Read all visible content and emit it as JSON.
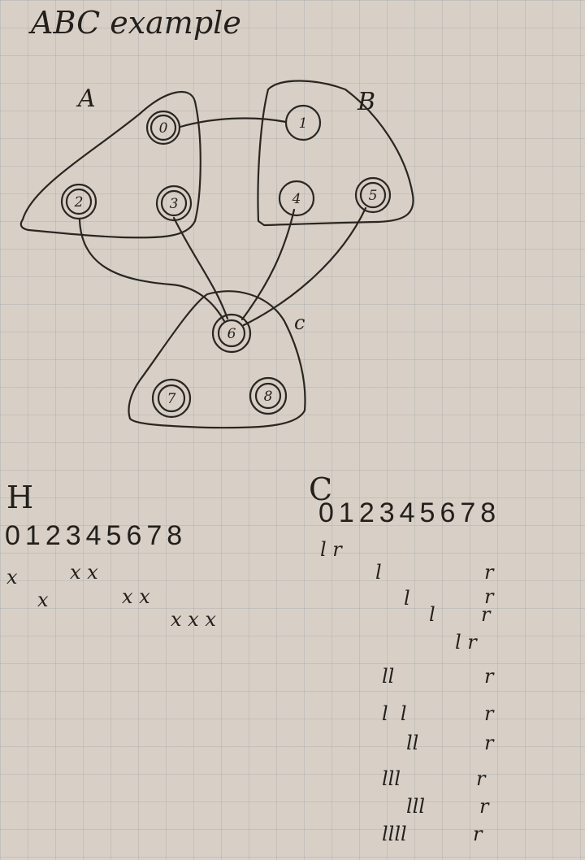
{
  "title": "ABC example",
  "sets": [
    {
      "id": "A",
      "label": "A"
    },
    {
      "id": "B",
      "label": "B"
    },
    {
      "id": "C",
      "label": "c"
    }
  ],
  "nodes": [
    "0",
    "1",
    "2",
    "3",
    "4",
    "5",
    "6",
    "7",
    "8"
  ],
  "edges": [
    [
      "0",
      "1"
    ],
    [
      "2",
      "6"
    ],
    [
      "3",
      "6"
    ],
    [
      "4",
      "6"
    ],
    [
      "5",
      "6"
    ]
  ],
  "h_table": {
    "label": "H",
    "header": "012345678",
    "rows": [
      "x",
      "x",
      "x x",
      "x x",
      "x x x"
    ]
  },
  "c_table": {
    "label": "C",
    "header": "012345678",
    "rows": [
      "l r",
      "l",
      "r",
      "l",
      "r",
      "l",
      "r",
      "l r",
      "ll",
      "r",
      "l  l",
      "r",
      "ll",
      "r",
      "lll",
      "r",
      "lll",
      "r",
      "llll",
      "r"
    ]
  }
}
